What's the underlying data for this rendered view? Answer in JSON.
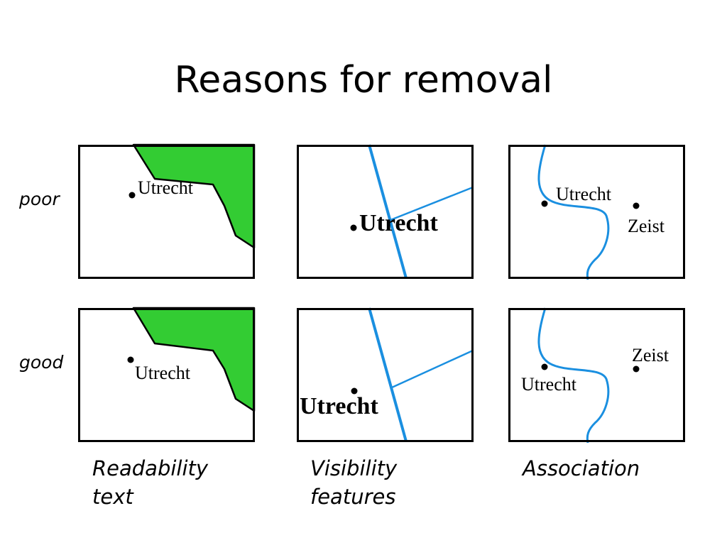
{
  "title": "Reasons for removal",
  "row_labels": {
    "poor": "poor",
    "good": "good"
  },
  "columns": [
    {
      "line1": "Readability",
      "line2": "text"
    },
    {
      "line1": "Visibility",
      "line2": "features"
    },
    {
      "line1": "Association",
      "line2": ""
    }
  ],
  "panels": {
    "readability_poor": {
      "city": "Utrecht"
    },
    "readability_good": {
      "city": "Utrecht"
    },
    "visibility_poor": {
      "city": "Utrecht"
    },
    "visibility_good": {
      "city": "Utrecht"
    },
    "association_poor": {
      "city": "Utrecht",
      "town": "Zeist"
    },
    "association_good": {
      "city": "Utrecht",
      "town": "Zeist"
    }
  },
  "colors": {
    "land": "#33cc33",
    "water": "#1a8fe0",
    "frame": "#000000"
  }
}
